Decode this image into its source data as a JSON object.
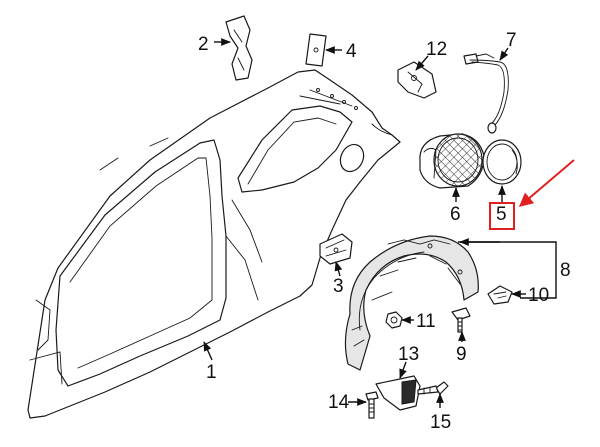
{
  "diagram": {
    "callouts": {
      "c1": "1",
      "c2": "2",
      "c3": "3",
      "c4": "4",
      "c5": "5",
      "c6": "6",
      "c7": "7",
      "c8": "8",
      "c9": "9",
      "c10": "10",
      "c11": "11",
      "c12": "12",
      "c13": "13",
      "c14": "14",
      "c15": "15"
    },
    "highlight": {
      "callout": "5",
      "box_color": "#e02020",
      "arrow_color": "#e02020"
    },
    "line_color": "#1a1a1a",
    "background": "#ffffff"
  }
}
